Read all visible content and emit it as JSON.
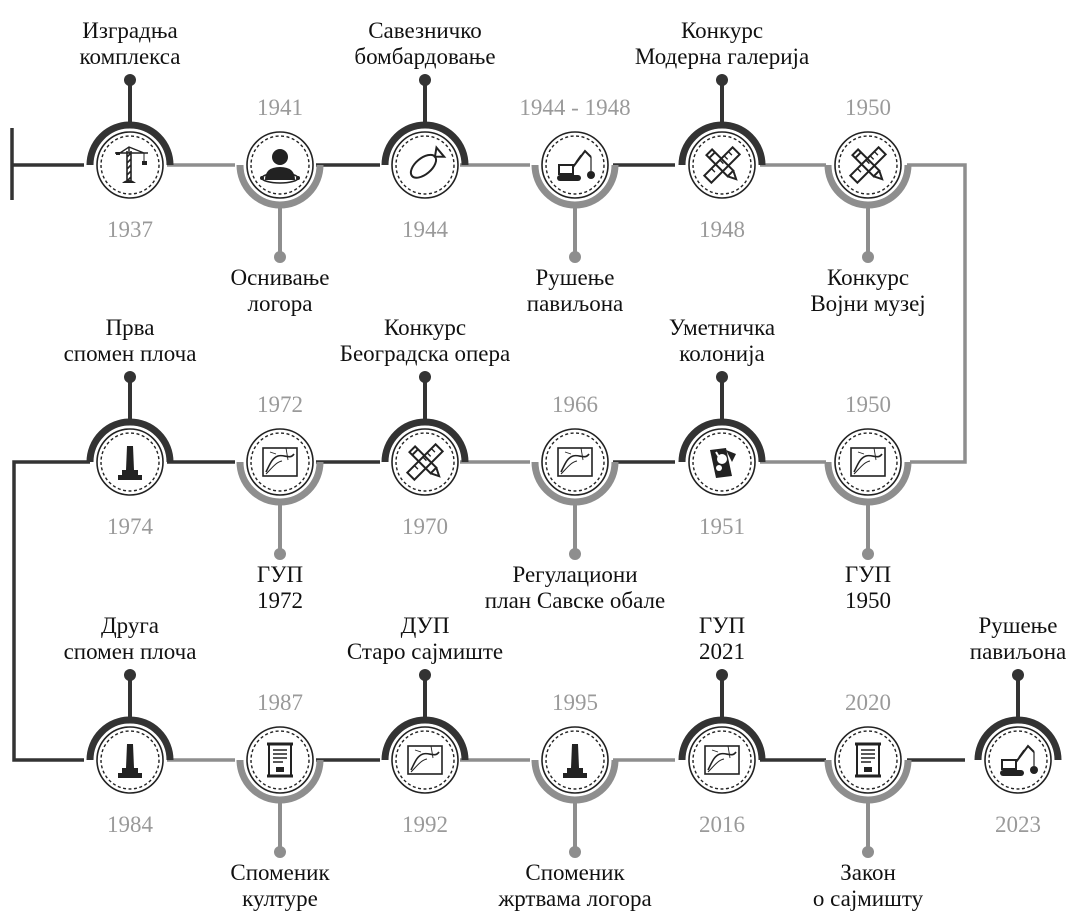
{
  "colors": {
    "dark": "#333333",
    "light": "#8e8e8e",
    "year": "#9a9a9a",
    "text": "#111111"
  },
  "rows": [
    {
      "nodes": [
        {
          "year": "1937",
          "event": [
            "Изградња",
            "комплекса"
          ],
          "icon": "crane-icon"
        },
        {
          "year": "1941",
          "event": [
            "Оснивање",
            "логора"
          ],
          "icon": "prisoner-icon"
        },
        {
          "year": "1944",
          "event": [
            "Савезничко",
            "бомбардовање"
          ],
          "icon": "bomb-icon"
        },
        {
          "year": "1944 - 1948",
          "event": [
            "Рушење",
            "павиљона"
          ],
          "icon": "excavator-icon"
        },
        {
          "year": "1948",
          "event": [
            "Конкурс",
            "Модерна галерија"
          ],
          "icon": "pencil-ruler-icon"
        },
        {
          "year": "1950",
          "event": [
            "Конкурс",
            "Војни музеј"
          ],
          "icon": "pencil-ruler-icon"
        }
      ]
    },
    {
      "nodes": [
        {
          "year": "1974",
          "event": [
            "Прва",
            "спомен плоча"
          ],
          "icon": "monument-icon"
        },
        {
          "year": "1972",
          "event": [
            "ГУП",
            "1972"
          ],
          "icon": "map-icon"
        },
        {
          "year": "1970",
          "event": [
            "Конкурс",
            "Београдска опера"
          ],
          "icon": "pencil-ruler-icon"
        },
        {
          "year": "1966",
          "event": [
            "Регулациони",
            "план Савске обале"
          ],
          "icon": "map-icon"
        },
        {
          "year": "1951",
          "event": [
            "Уметничка",
            "колонија"
          ],
          "icon": "palette-icon"
        },
        {
          "year": "1950",
          "event": [
            "ГУП",
            "1950"
          ],
          "icon": "map-icon"
        }
      ]
    },
    {
      "nodes": [
        {
          "year": "1984",
          "event": [
            "Друга",
            "спомен плоча"
          ],
          "icon": "monument-icon"
        },
        {
          "year": "1987",
          "event": [
            "Споменик",
            "културе"
          ],
          "icon": "document-icon"
        },
        {
          "year": "1992",
          "event": [
            "ДУП",
            "Старо сајмиште"
          ],
          "icon": "map-icon"
        },
        {
          "year": "1995",
          "event": [
            "Споменик",
            "жртвама логора"
          ],
          "icon": "monument-icon"
        },
        {
          "year": "2016",
          "event": [
            "ГУП",
            "2021"
          ],
          "icon": "map-icon"
        },
        {
          "year": "2020",
          "event": [
            "Закон",
            "о сајмишту"
          ],
          "icon": "document-icon"
        },
        {
          "year": "2023",
          "event": [
            "Рушење",
            "павиљона"
          ],
          "icon": "excavator-icon"
        }
      ]
    }
  ]
}
